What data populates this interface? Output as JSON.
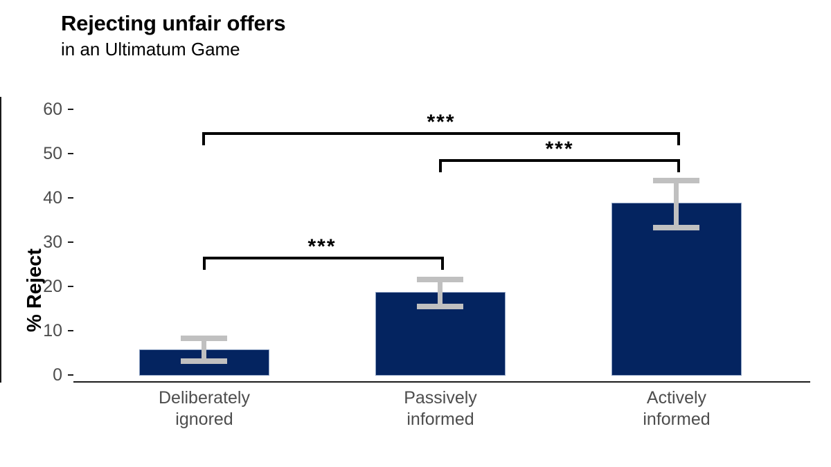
{
  "chart_data": {
    "type": "bar",
    "title": "Rejecting unfair offers",
    "subtitle": "in an Ultimatum Game",
    "xlabel": "",
    "ylabel": "% Reject",
    "ylim": [
      0,
      62
    ],
    "yticks": [
      0,
      10,
      20,
      30,
      40,
      50,
      60
    ],
    "ytick_labels": [
      "0",
      "10",
      "20",
      "30",
      "40",
      "50",
      "60"
    ],
    "grid": false,
    "legend": "none",
    "bar_color": "#042460",
    "errorbar_color": "#c0c0c0",
    "categories": [
      "Deliberately ignored",
      "Passively informed",
      "Actively informed"
    ],
    "category_lines": [
      [
        "Deliberately",
        "ignored"
      ],
      [
        "Passively",
        "informed"
      ],
      [
        "Actively",
        "informed"
      ]
    ],
    "values": [
      5.8,
      18.8,
      38.9
    ],
    "error_low": [
      3.3,
      15.6,
      33.5
    ],
    "error_high": [
      8.4,
      21.7,
      44.0
    ],
    "annotations": [
      {
        "label": "***",
        "from": "Deliberately ignored",
        "to": "Actively informed",
        "y": 56.2
      },
      {
        "label": "***",
        "from": "Passively informed",
        "to": "Actively informed",
        "y": 50.0
      },
      {
        "label": "***",
        "from": "Deliberately ignored",
        "to": "Passively informed",
        "y": 28.0
      }
    ]
  },
  "yticks": {
    "t0": "0",
    "t10": "10",
    "t20": "20",
    "t30": "30",
    "t40": "40",
    "t50": "50",
    "t60": "60"
  },
  "xticks": {
    "c0l0": "Deliberately",
    "c0l1": "ignored",
    "c1l0": "Passively",
    "c1l1": "informed",
    "c2l0": "Actively",
    "c2l1": "informed"
  },
  "stars": {
    "s0": "***",
    "s1": "***",
    "s2": "***"
  }
}
